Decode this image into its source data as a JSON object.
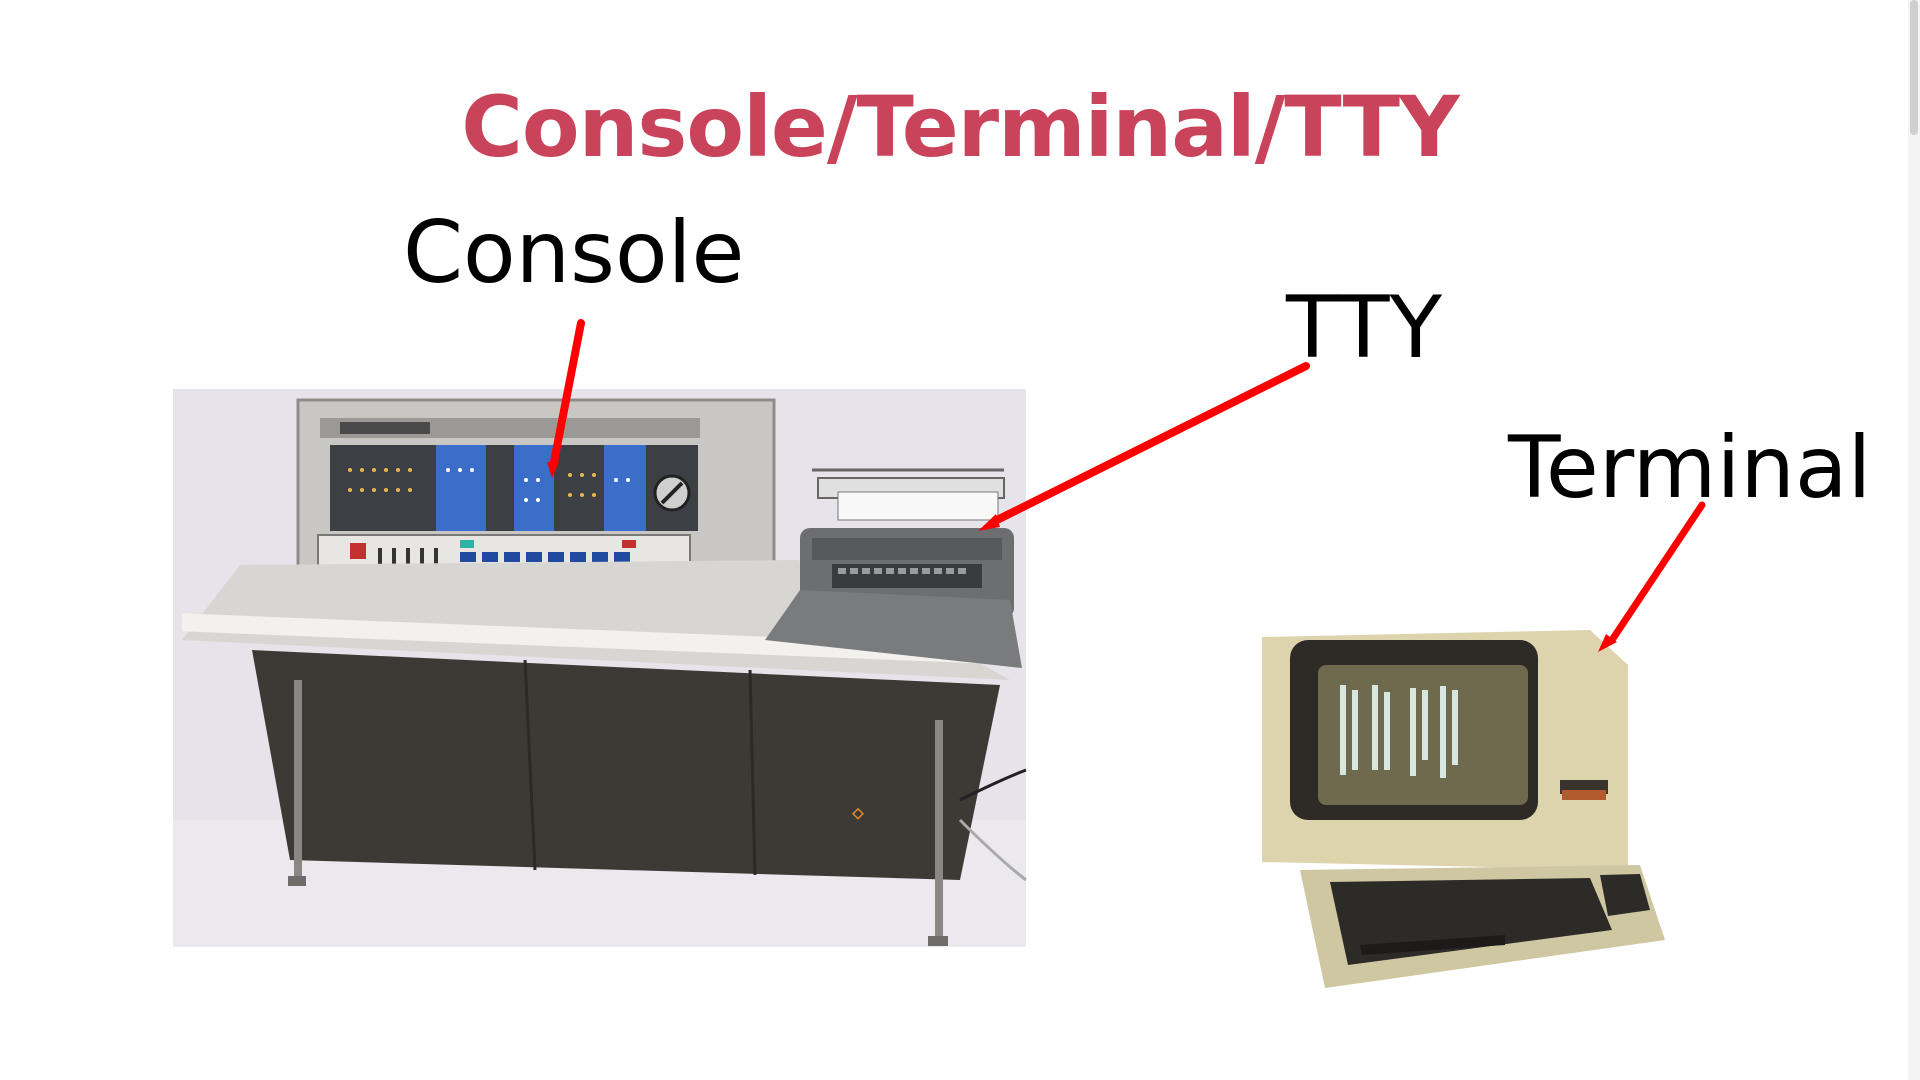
{
  "slide": {
    "title": "Console/Terminal/TTY",
    "labels": {
      "console": "Console",
      "tty": "TTY",
      "terminal": "Terminal"
    }
  },
  "colors": {
    "title": "#c9435b",
    "arrow": "#ff0000",
    "photo_background": "#e6e3ea"
  },
  "icons": {
    "console_photo": "ibm-1620-console-photo",
    "tty_photo": "teletype-printer-photo",
    "terminal_photo": "vt100-terminal-photo"
  }
}
